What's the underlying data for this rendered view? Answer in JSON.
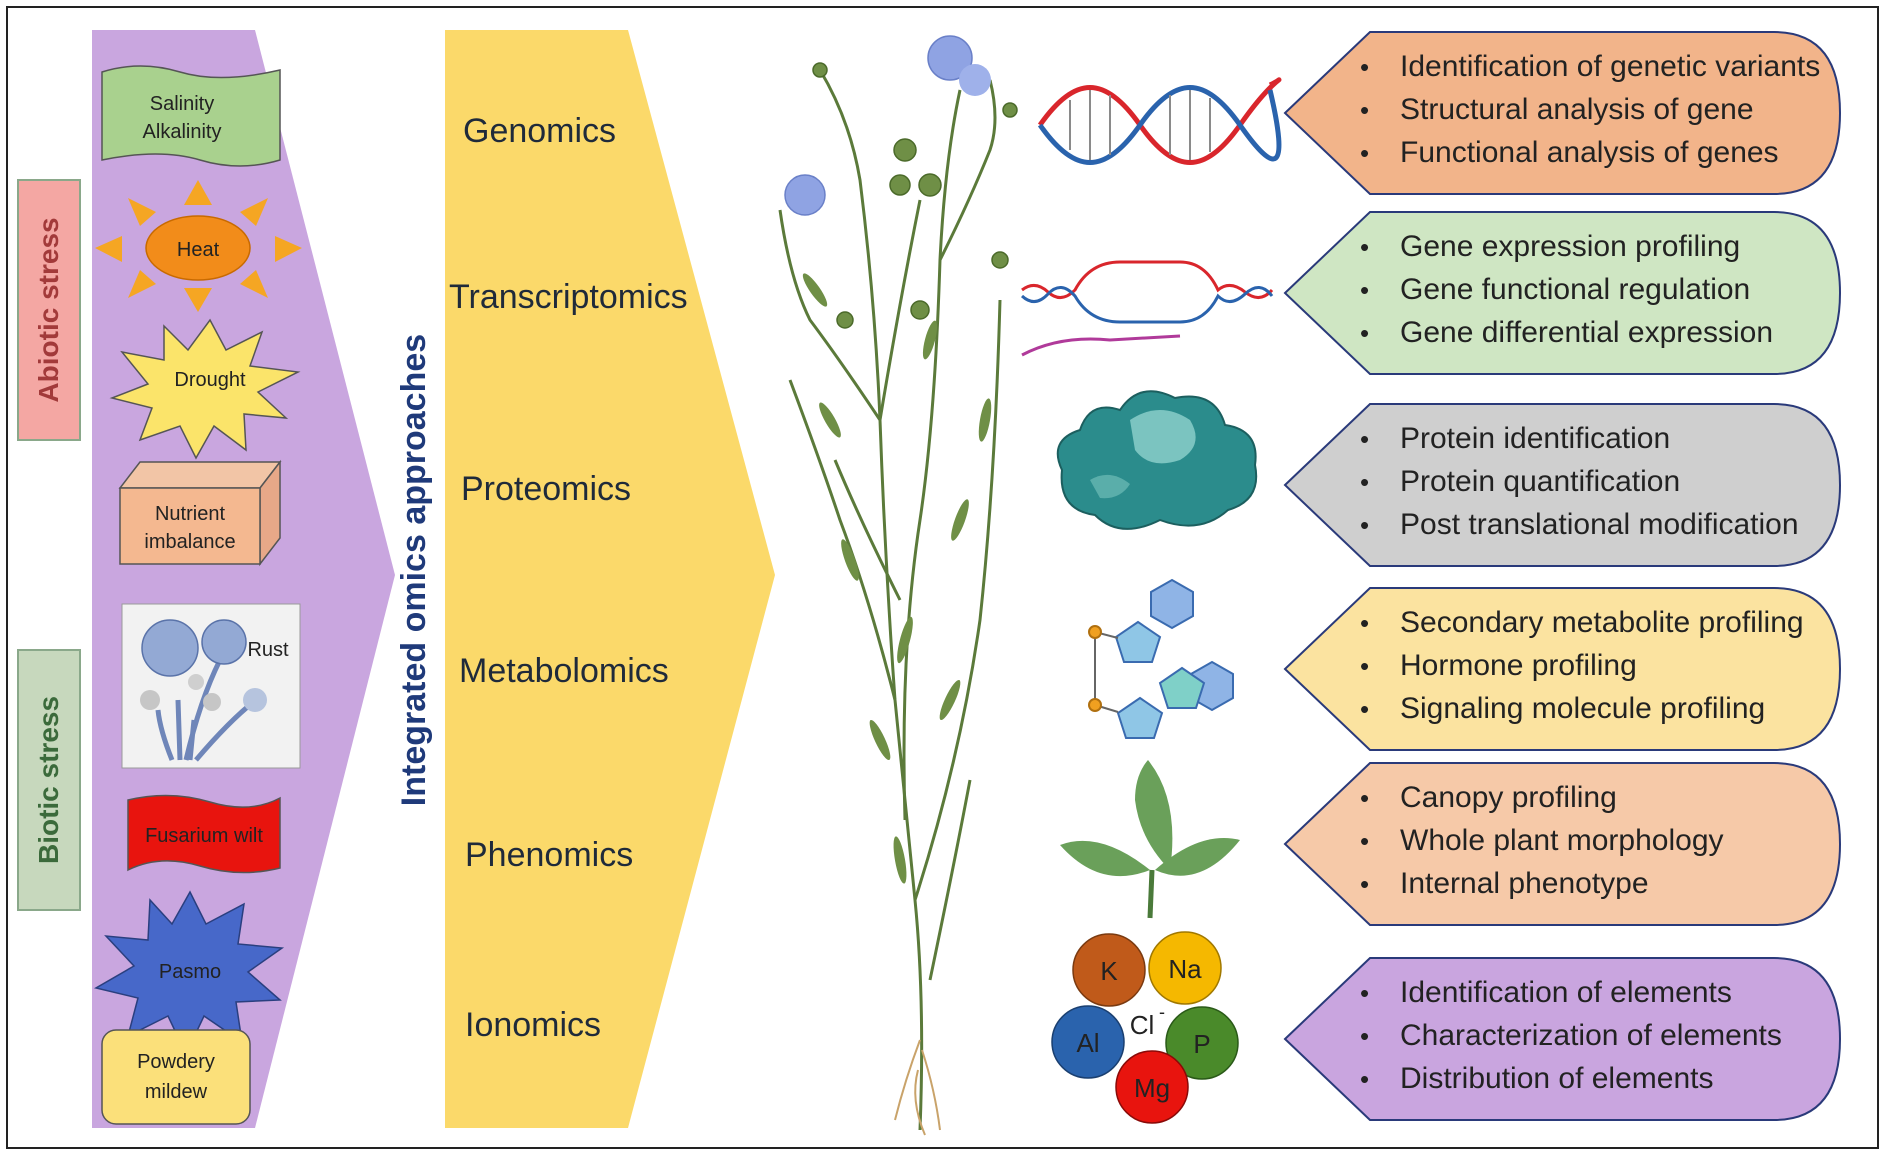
{
  "side_labels": {
    "abiotic": "Abiotic stress",
    "biotic": "Biotic stress"
  },
  "stresses": {
    "salinity_line1": "Salinity",
    "salinity_line2": "Alkalinity",
    "heat": "Heat",
    "drought": "Drought",
    "nutrient_line1": "Nutrient",
    "nutrient_line2": "imbalance",
    "rust": "Rust",
    "fusarium": "Fusarium wilt",
    "pasmo": "Pasmo",
    "powdery_line1": "Powdery",
    "powdery_line2": "mildew"
  },
  "central_title": "Integrated omics approaches",
  "omics": [
    "Genomics",
    "Transcriptomics",
    "Proteomics",
    "Metabolomics",
    "Phenomics",
    "Ionomics"
  ],
  "ions": {
    "k": "K",
    "na": "Na",
    "cl": "Cl",
    "cl_sup": "-",
    "al": "Al",
    "p": "P",
    "mg": "Mg"
  },
  "descriptions": [
    {
      "color": "#f2b48a",
      "items": [
        "Identification of genetic variants",
        "Structural analysis of gene",
        "Functional analysis of genes"
      ]
    },
    {
      "color": "#cfe6c3",
      "items": [
        "Gene expression profiling",
        "Gene functional regulation",
        "Gene differential expression"
      ]
    },
    {
      "color": "#cfcfcf",
      "items": [
        "Protein identification",
        "Protein quantification",
        "Post translational modification"
      ]
    },
    {
      "color": "#fbe3a0",
      "items": [
        "Secondary metabolite profiling",
        "Hormone profiling",
        "Signaling molecule profiling"
      ]
    },
    {
      "color": "#f6c9a8",
      "items": [
        "Canopy profiling",
        "Whole plant morphology",
        "Internal phenotype"
      ]
    },
    {
      "color": "#c9a5df",
      "items": [
        "Identification of elements",
        "Characterization of elements",
        "Distribution of elements"
      ]
    }
  ],
  "colors": {
    "stress_arrow": "#c9a6df",
    "omics_arrow": "#fbd96a",
    "abiotic_tag": "#f4a7a3",
    "biotic_tag": "#c7d8bd",
    "title_navy": "#1f3a7a"
  }
}
